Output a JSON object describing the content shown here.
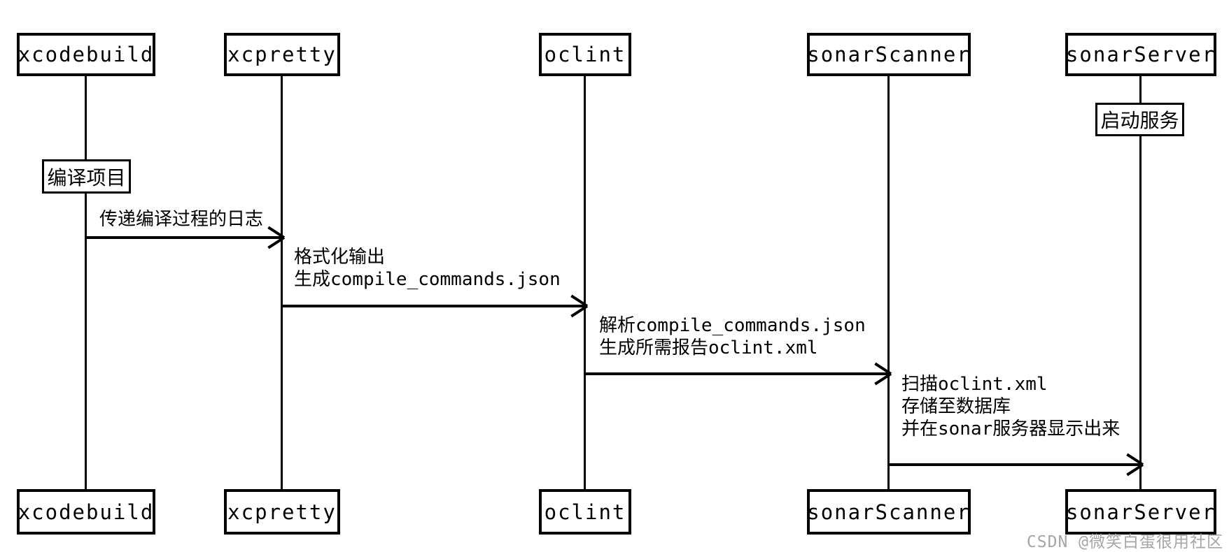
{
  "diagram": {
    "type": "sequence-diagram",
    "participants": [
      {
        "name": "xcodebuild"
      },
      {
        "name": "xcpretty"
      },
      {
        "name": "oclint"
      },
      {
        "name": "sonarScanner"
      },
      {
        "name": "sonarServer"
      }
    ],
    "self_actions": [
      {
        "participant": "xcodebuild",
        "label": "编译项目"
      },
      {
        "participant": "sonarServer",
        "label": "启动服务"
      }
    ],
    "messages": [
      {
        "from": "xcodebuild",
        "to": "xcpretty",
        "lines": [
          "传递编译过程的日志"
        ]
      },
      {
        "from": "xcpretty",
        "to": "oclint",
        "lines": [
          "格式化输出",
          "生成compile_commands.json"
        ]
      },
      {
        "from": "oclint",
        "to": "sonarScanner",
        "lines": [
          "解析compile_commands.json",
          "生成所需报告oclint.xml"
        ]
      },
      {
        "from": "sonarScanner",
        "to": "sonarServer",
        "lines": [
          "扫描oclint.xml",
          "存储至数据库",
          "并在sonar服务器显示出来"
        ]
      }
    ],
    "watermark": "CSDN @微笑白蛋很用社区",
    "colors": {
      "line": "#000000",
      "background": "#ffffff",
      "watermark": "#a6a6a6"
    }
  }
}
